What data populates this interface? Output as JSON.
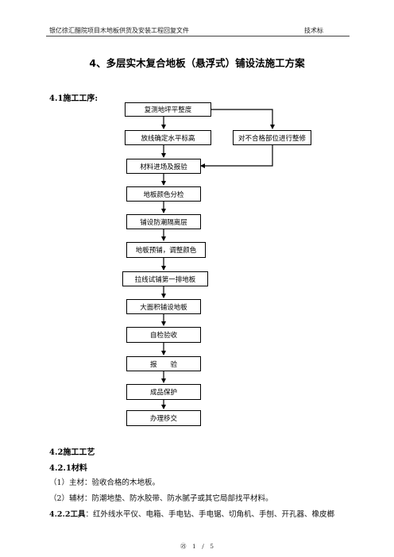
{
  "header": {
    "left_text": "银亿徐汇醋院项目木地板供货及安装工程回复文件",
    "right_text": "技术标"
  },
  "title": "4、多层实木复合地板（悬浮式）铺设法施工方案",
  "section_4_1": {
    "heading": "4.1施工工序:"
  },
  "flowchart": {
    "steps": [
      "复测地坪平整度",
      "放线确定水平标高",
      "材料进场及报验",
      "地板颜色分检",
      "铺设防潮隔离层",
      "地板预铺，调整颜色",
      "拉线试铺第一排地板",
      "大面积铺设地板",
      "自检验收",
      "报　　验",
      "成品保护",
      "办理移交"
    ],
    "side_step": "对不合格部位进行整修"
  },
  "section_4_2": {
    "heading": "4.2施工工艺",
    "sub_4_2_1": "4.2.1材料",
    "item_1": "（1）主材：验收合格的木地板。",
    "item_2": "（2）辅材：防潮地垫、防水胶带、防水腻子或其它局部找平材料。",
    "sub_4_2_2_label": "4.2.2工具",
    "sub_4_2_2_text": "：红外线水平仪、电箱、手电钻、手电锯、切角机、手刨、开孔器、橡皮榔"
  },
  "footer": {
    "page_text": "㉕　1　/　5"
  }
}
